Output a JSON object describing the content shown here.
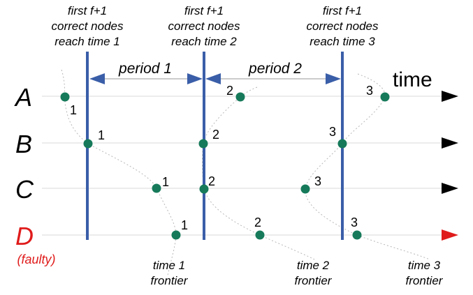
{
  "header_labels": [
    [
      "first f+1",
      "correct nodes",
      "reach time 1"
    ],
    [
      "first f+1",
      "correct nodes",
      "reach time 2"
    ],
    [
      "first f+1",
      "correct nodes",
      "reach time 3"
    ]
  ],
  "periods": [
    "period 1",
    "period 2"
  ],
  "time_label": "time",
  "nodes": [
    {
      "name": "A",
      "note": "",
      "color": "#000000",
      "arrow_color": "#000000"
    },
    {
      "name": "B",
      "note": "",
      "color": "#000000",
      "arrow_color": "#000000"
    },
    {
      "name": "C",
      "note": "",
      "color": "#000000",
      "arrow_color": "#000000"
    },
    {
      "name": "D",
      "note": "(faulty)",
      "color": "#e01b1b",
      "arrow_color": "#e01b1b"
    }
  ],
  "point_labels": {
    "A": [
      "1",
      "2",
      "3"
    ],
    "B": [
      "1",
      "2",
      "3"
    ],
    "C": [
      "1",
      "2",
      "3"
    ],
    "D": [
      "1",
      "2",
      "3"
    ]
  },
  "frontiers": [
    [
      "time 1",
      "frontier"
    ],
    [
      "time 2",
      "frontier"
    ],
    [
      "time 3",
      "frontier"
    ]
  ],
  "colors": {
    "barrier": "#3a5ea8",
    "point": "#167a5a",
    "period_arrow": "#3a5ea8",
    "timeline": "#d9d9d9",
    "frontier_curve": "#b8b8b8"
  }
}
